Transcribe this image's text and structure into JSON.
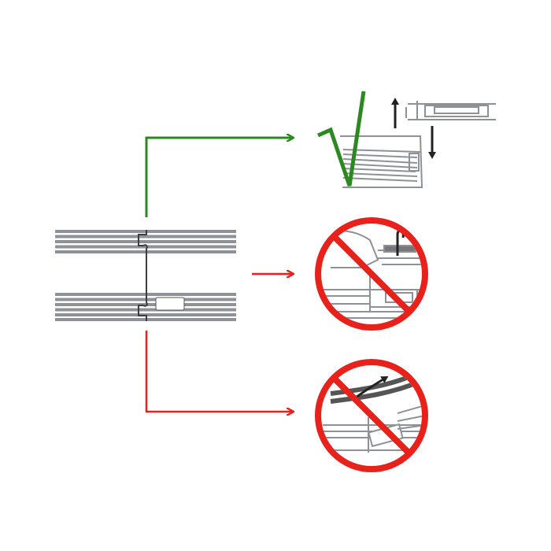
{
  "colors": {
    "correct": "#2a8a1f",
    "wrong": "#e8211b",
    "panel": "#8e9197",
    "line": "#3a3d42"
  },
  "items": [
    {
      "id": "correct-method",
      "status": "correct"
    },
    {
      "id": "wrong-method-lift",
      "status": "prohibited"
    },
    {
      "id": "wrong-method-bend",
      "status": "prohibited"
    }
  ]
}
